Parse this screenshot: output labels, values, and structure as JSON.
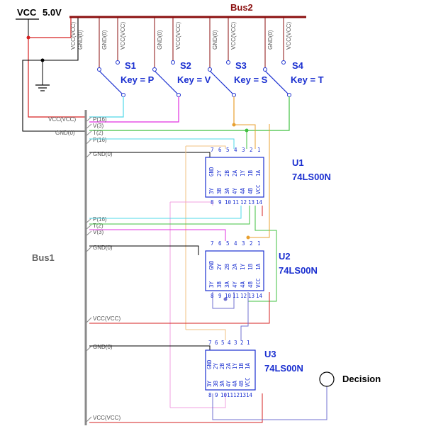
{
  "vcc": {
    "label": "VCC",
    "value": "5.0V"
  },
  "bus2": {
    "label": "Bus2",
    "taps": [
      "VCC(VCC)",
      "GND(0)",
      "GND(0)",
      "VCC(VCC)",
      "GND(0)",
      "VCC(VCC)",
      "GND(0)",
      "VCC(VCC)",
      "GND(0)",
      "VCC(VCC)"
    ]
  },
  "bus1": {
    "label": "Bus1"
  },
  "switches": [
    {
      "name": "S1",
      "key": "Key = P"
    },
    {
      "name": "S2",
      "key": "Key = V"
    },
    {
      "name": "S3",
      "key": "Key = S"
    },
    {
      "name": "S4",
      "key": "Key = T"
    }
  ],
  "chips": [
    {
      "ref": "U1",
      "part": "74LS00N"
    },
    {
      "ref": "U2",
      "part": "74LS00N"
    },
    {
      "ref": "U3",
      "part": "74LS00N"
    }
  ],
  "chip_pins": {
    "top_numbers": [
      "7",
      "6",
      "5",
      "4",
      "3",
      "2",
      "1"
    ],
    "bottom_numbers": [
      "8",
      "9",
      "10",
      "11",
      "12",
      "13",
      "14"
    ],
    "top_names": [
      "GND",
      "2Y",
      "2B",
      "2A",
      "1Y",
      "1B",
      "1A"
    ],
    "bottom_names": [
      "3Y",
      "3B",
      "3A",
      "4Y",
      "4A",
      "4B",
      "VCC"
    ]
  },
  "bus1_taps": {
    "group1": [
      "VCC(VCC)",
      "GND(0)",
      "P(16)",
      "V(3)",
      "T(2)",
      "P(16)",
      "GND(0)"
    ],
    "group2": [
      "P(16)",
      "T(2)",
      "V(3)",
      "GND(0)"
    ],
    "group3": [
      "VCC(VCC)",
      "GND(0)",
      "VCC(VCC)"
    ]
  },
  "probe": {
    "label": "Decision"
  },
  "colors": {
    "power_red": "#d62020",
    "bus_grey": "#8a8a8a",
    "cyan_P": "#4fd8e8",
    "magenta_V": "#e030e0",
    "orange_S": "#e8a030",
    "green_T": "#40c040",
    "blue_label": "#1a2fd0",
    "bus2_red": "#8b0f0f"
  }
}
